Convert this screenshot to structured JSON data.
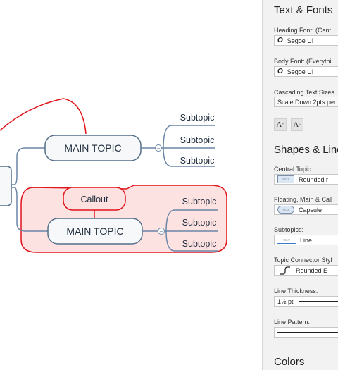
{
  "mindmap": {
    "main_topics": [
      "MAIN TOPIC",
      "MAIN TOPIC"
    ],
    "subtopic_label": "Subtopic",
    "callout_label": "Callout",
    "collapse_symbol": "−",
    "colors": {
      "topic_fill": "#f7f8fa",
      "topic_border": "#556f8a",
      "connector": "#6a86a6",
      "callout_fill": "#fde0e0",
      "callout_border": "#e0141b",
      "boundary_fill": "#fde2e2",
      "relationship": "#e0141b"
    }
  },
  "panel": {
    "text_fonts": {
      "title": "Text & Fonts",
      "heading_label": "Heading Font: (Cent",
      "heading_value": "Segoe UI",
      "body_label": "Body Font: (Everythi",
      "body_value": "Segoe UI",
      "cascade_label": "Cascading Text Sizes",
      "cascade_value": "Scale Down 2pts per",
      "grow_icon": "A",
      "shrink_icon": "A"
    },
    "shapes_lines": {
      "title": "Shapes & Line",
      "central_label": "Central Topic:",
      "central_value": "Rounded r",
      "floating_label": "Floating, Main & Call",
      "floating_value": "Capsule",
      "subtopics_label": "Subtopics:",
      "subtopics_value": "Line",
      "connector_label": "Topic Connector Styl",
      "connector_value": "Rounded E",
      "thickness_label": "Line Thickness:",
      "thickness_value": "1½ pt",
      "pattern_label": "Line Pattern:",
      "chip_text": "TEXT"
    },
    "colors_title": "Colors"
  }
}
